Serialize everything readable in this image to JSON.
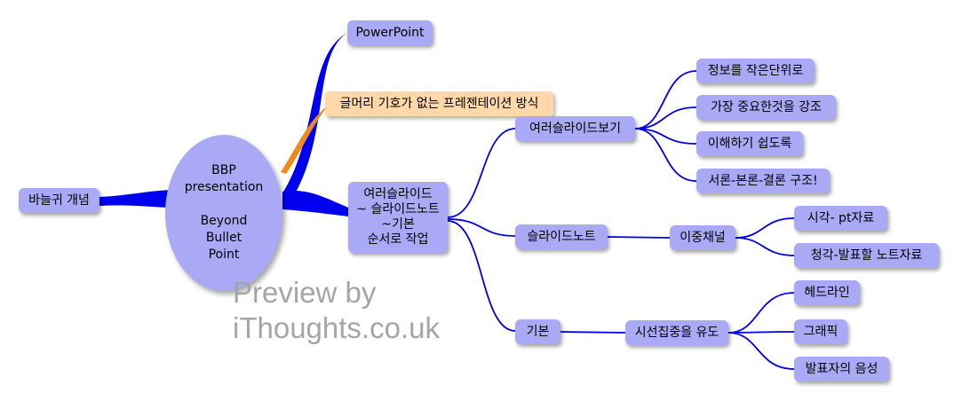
{
  "colors": {
    "node_fill": "#a9a9f5",
    "connector": "#0000ee",
    "callout_fill": "#ffd7a8",
    "callout_connector": "#f08a1c",
    "watermark": "#a5a5a5"
  },
  "center": "BBP\npresentation\n\nBeyond\nBullet\nPoint",
  "left_topic": "바늘귀 개념",
  "powerpoint": "PowerPoint",
  "callout": "글머리 기호가 없는 프레젠테이션 방식",
  "main_branch": "여러슬라이드\n~ 슬라이드노트\n~기본\n순서로 작업",
  "branch1": {
    "label": "여러슬라이드보기",
    "children": [
      "정보를 작은단위로",
      "가장 중요한것을 강조",
      "이해하기 쉽도록",
      "서론-본론-결론 구조!"
    ]
  },
  "branch2": {
    "label": "슬라이드노트",
    "child": "이중채널",
    "grandchildren": [
      "시각- pt자료",
      "청각-발표할 노트자료"
    ]
  },
  "branch3": {
    "label": "기본",
    "child": "시선집중을 유도",
    "grandchildren": [
      "헤드라인",
      "그래픽",
      "발표자의 음성"
    ]
  },
  "watermark": "Preview by\niThoughts.co.uk"
}
